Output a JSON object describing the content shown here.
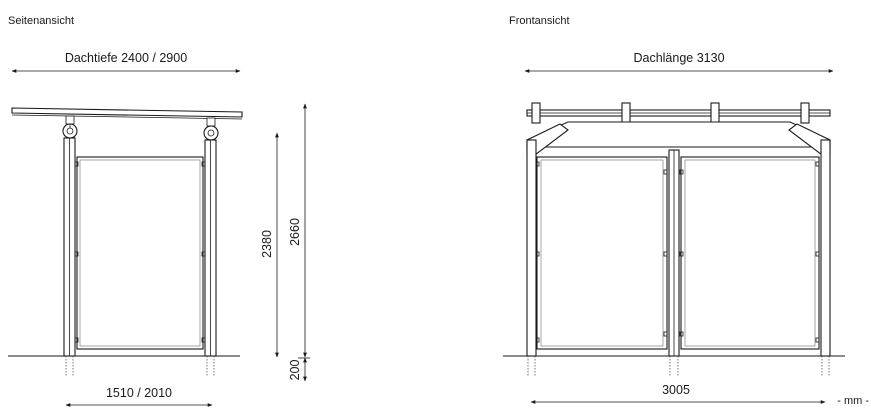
{
  "side_view": {
    "title": "Seitenansicht",
    "roof_depth": "Dachtiefe 2400 / 2900",
    "base_width": "1510 / 2010",
    "height_inner": "2380",
    "height_total": "2660",
    "foundation": "200"
  },
  "front_view": {
    "title": "Frontansicht",
    "roof_length": "Dachlänge 3130",
    "base_width": "3005"
  },
  "unit_label": "- mm -"
}
